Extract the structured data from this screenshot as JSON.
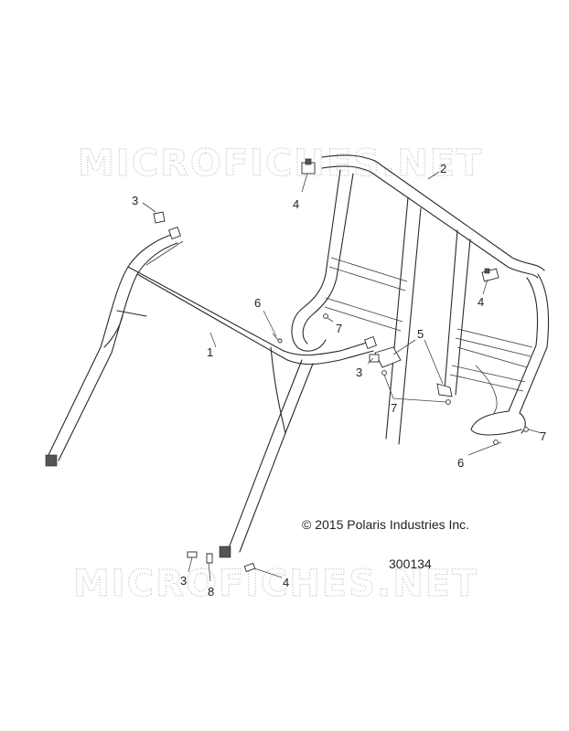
{
  "watermark": {
    "text": "MICROFICHES.NET"
  },
  "callouts": {
    "c1": "1",
    "c2": "2",
    "c3a": "3",
    "c3b": "3",
    "c3c": "3",
    "c4a": "4",
    "c4b": "4",
    "c4c": "4",
    "c5": "5",
    "c6a": "6",
    "c6b": "6",
    "c7a": "7",
    "c7b": "7",
    "c7c": "7",
    "c8": "8"
  },
  "copyright": "© 2015 Polaris Industries Inc.",
  "reference_number": "300134",
  "colors": {
    "line": "#2a2a2a",
    "watermark": "#c8c8c8",
    "background": "#ffffff"
  }
}
